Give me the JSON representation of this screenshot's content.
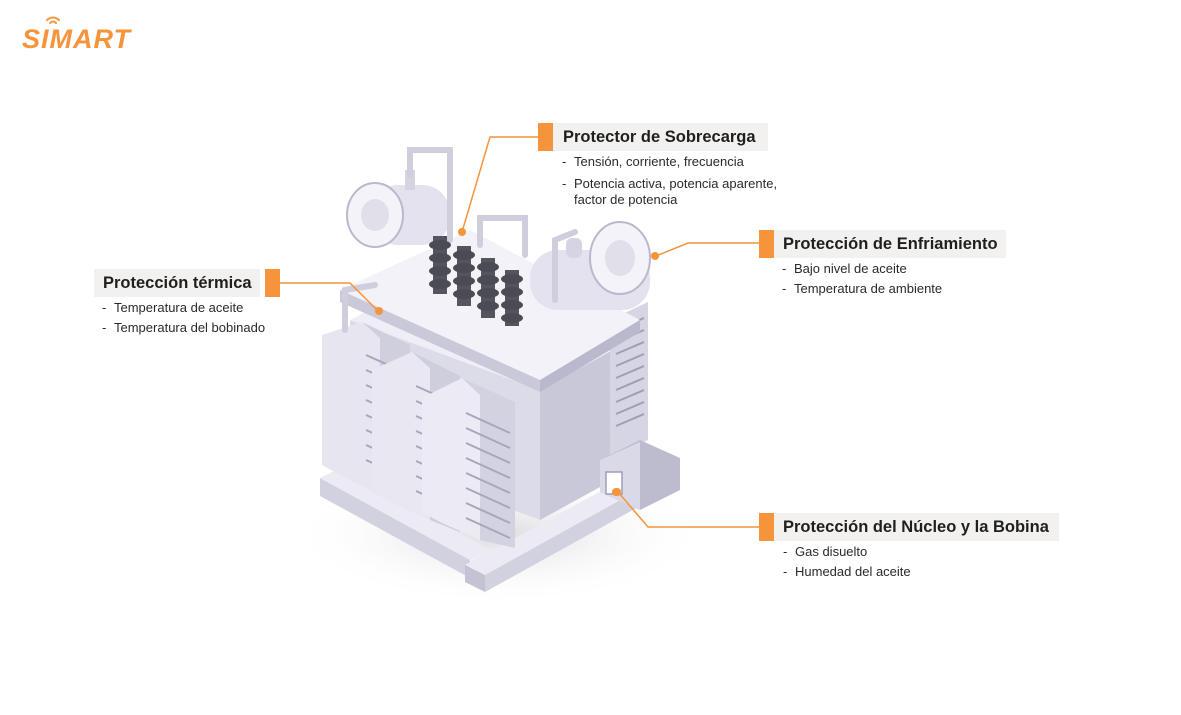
{
  "brand": {
    "logo_text": "SIMART",
    "logo_color": "#f5943a"
  },
  "colors": {
    "accent": "#f5943a",
    "label_bg": "#f2f1ef",
    "equipment_light": "#e9e8f2",
    "equipment_mid": "#cfcedd",
    "equipment_dark": "#a9a8bd"
  },
  "callouts": {
    "sobrecarga": {
      "title": "Protector de Sobrecarga",
      "items": [
        "Tensión, corriente, frecuencia",
        "Potencia activa, potencia aparente,",
        "factor de potencia"
      ]
    },
    "enfriamiento": {
      "title": "Protección de Enfriamiento",
      "items": [
        "Bajo nivel de aceite",
        "Temperatura de ambiente"
      ]
    },
    "termica": {
      "title": "Protección térmica",
      "items": [
        "Temperatura de aceite",
        "Temperatura del bobinado"
      ]
    },
    "nucleo": {
      "title": "Protección del Núcleo y la Bobina",
      "items": [
        "Gas disuelto",
        "Humedad del aceite"
      ]
    }
  }
}
